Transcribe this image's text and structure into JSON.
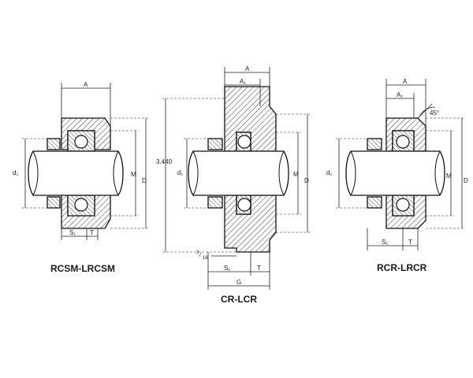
{
  "captions": {
    "left": "RCSM-LRCSM",
    "center": "CR-LCR",
    "right": "RCR-LRCR"
  },
  "dimension_labels": {
    "A": "A",
    "A1": "A₁",
    "S1": "S₁",
    "T": "T",
    "d1": "d₁",
    "M": "M",
    "D": "D",
    "G": "G",
    "height_value": "3.440",
    "fraction_num": "3",
    "fraction_den": "16",
    "angle": "45°"
  }
}
